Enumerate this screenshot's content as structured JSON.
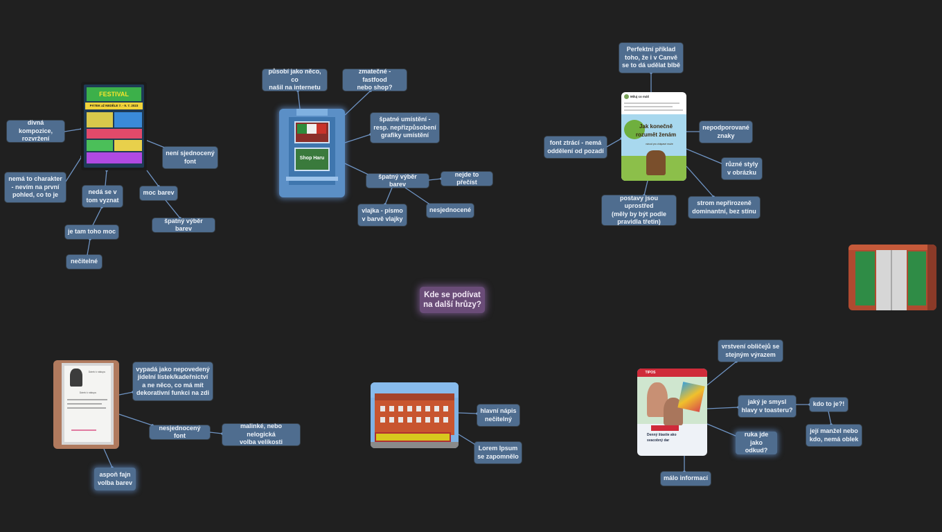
{
  "root": {
    "label": "Kde se podívat\nna další hrůzy?"
  },
  "colors": {
    "background": "#202020",
    "node": "#4f6d8f",
    "root": "#6a4c78",
    "link": "#6f94c4"
  },
  "posters": {
    "festival": {
      "title": "FESTIVAL",
      "date": "PÁTEK až NEDĚLE 7. - 9. 7. 2023"
    },
    "facebook_post": {
      "author": "Miluj co máš",
      "big_text": "Jak konečně\nrozumět ženám",
      "sub_text": "návod pro chápavé muže"
    },
    "flyer": {
      "line1": "Dárek k nákupu",
      "line2": "Dárek k nákupu"
    },
    "window": {
      "label": "Shop Haru"
    },
    "vodafone": {
      "tag": "TIPOS",
      "line1": "Denný štastie ako",
      "line2": "svacobný dar"
    }
  },
  "nodes": {
    "d1": "divná kompozice,\nrozvržení",
    "d2": "nemá to charakter\n- nevím na první\npohled, co to je",
    "d3": "nedá se v\ntom vyznat",
    "d4": "je tam toho moc",
    "d5": "nečitelné",
    "d6": "moc barev",
    "d7": "špatný výběr barev",
    "d8": "není sjednocený\nfont",
    "w1": "působí jako něco, co\nnašil na internetu",
    "w2": "zmatečné - fastfood\nnebo shop?",
    "w3": "špatné umístění -\nresp. nepřizpůsobení\ngrafiky umístění",
    "w4": "špatný výběr barev",
    "w5": "nejde to přečíst",
    "w6": "vlajka - písmo\nv barvě vlajky",
    "w7": "nesjednocené",
    "f1": "Perfektní příklad\ntoho, že i v Canvě\nse to dá udělat blbě",
    "f2": "font ztrácí - nemá\noddělení od pozadí",
    "f3": "nepodporované\nznaky",
    "f4": "různé styly\nv obrázku",
    "f5": "strom nepřirozeně\ndominantní, bez stínu",
    "f6": "postavy jsou uprostřed\n(měly by být podle\npravidla třetin)",
    "p1": "vypadá jako nepovedený\njídelní lístek/kadeřnictví\na ne něco, co má mít\ndekorativní funkci na zdi",
    "p2": "nesjednocený font",
    "p3": "malinké, nebo nelogická\nvolba velikosti",
    "p4": "aspoň fajn\nvolba barev",
    "b1": "hlavní nápis\nnečitelný",
    "b2": "Lorem Ipsum\nse zapomnělo",
    "t1": "vrstvení obličejů se\nstejným výrazem",
    "t2": "jaký je smysl\nhlavy v toasteru?",
    "t3": "kdo to je?!",
    "t4": "její manžel nebo\nkdo, nemá oblek",
    "t5": "ruka jde\njako odkud?",
    "t6": "málo informací"
  }
}
